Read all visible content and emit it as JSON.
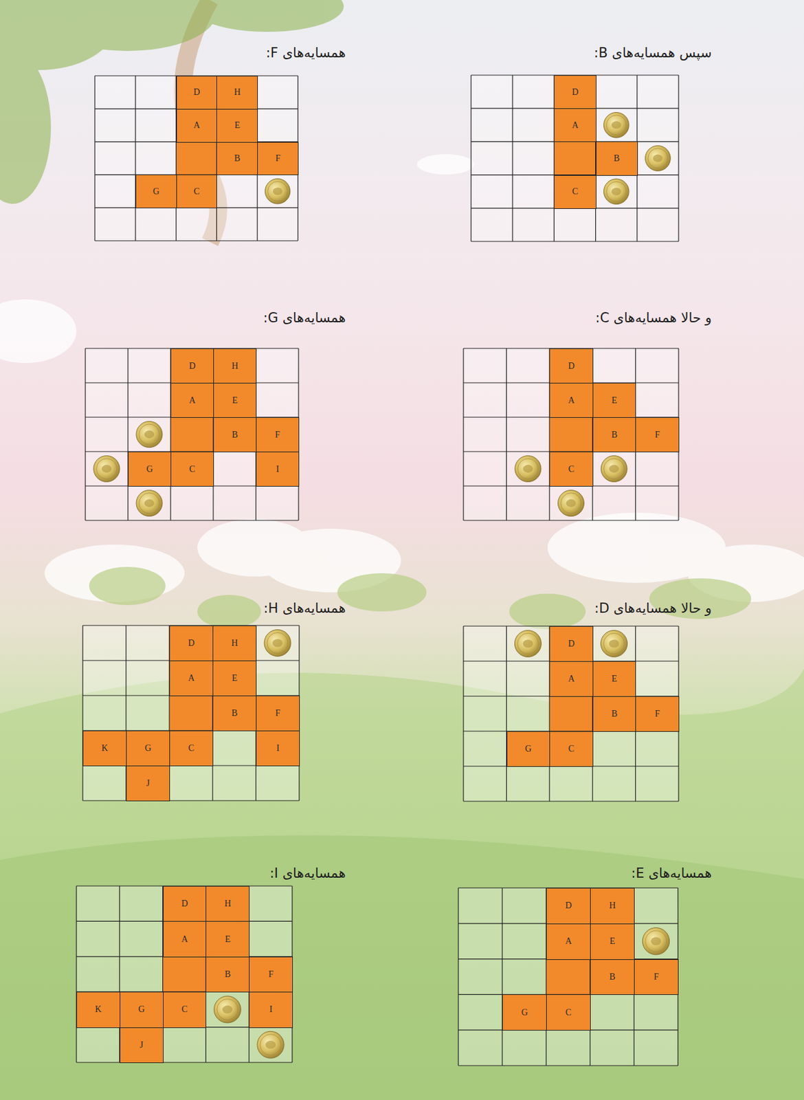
{
  "diagram": {
    "nodes": [
      {
        "text": [
          "سپس همسایه‌های B:"
        ]
      },
      {
        "text": [
          "D"
        ],
        "in": 0
      },
      {
        "text": [
          "A"
        ],
        "in": 0
      },
      {
        "text": [
          "B"
        ],
        "in": 0
      },
      {
        "text": [
          "C"
        ],
        "in": 0
      },
      {
        "text": [
          "همسایه‌های F:"
        ]
      },
      {
        "text": [
          "D"
        ],
        "in": 5
      },
      {
        "text": [
          "H"
        ],
        "in": 5
      },
      {
        "text": [
          "A"
        ],
        "in": 5
      },
      {
        "text": [
          "E"
        ],
        "in": 5
      },
      {
        "text": [
          "B"
        ],
        "in": 5
      },
      {
        "text": [
          "F"
        ],
        "in": 5
      },
      {
        "text": [
          "G"
        ],
        "in": 5
      },
      {
        "text": [
          "C"
        ],
        "in": 5
      },
      {
        "text": [
          "و حالا همسایه‌های C:"
        ]
      },
      {
        "text": [
          "D"
        ],
        "in": 14
      },
      {
        "text": [
          "A"
        ],
        "in": 14
      },
      {
        "text": [
          "E"
        ],
        "in": 14
      },
      {
        "text": [
          "B"
        ],
        "in": 14
      },
      {
        "text": [
          "F"
        ],
        "in": 14
      },
      {
        "text": [
          "C"
        ],
        "in": 14
      },
      {
        "text": [
          "همسایه‌های G:"
        ]
      },
      {
        "text": [
          "D"
        ],
        "in": 21
      },
      {
        "text": [
          "H"
        ],
        "in": 21
      },
      {
        "text": [
          "A"
        ],
        "in": 21
      },
      {
        "text": [
          "E"
        ],
        "in": 21
      },
      {
        "text": [
          "B"
        ],
        "in": 21
      },
      {
        "text": [
          "F"
        ],
        "in": 21
      },
      {
        "text": [
          "G"
        ],
        "in": 21
      },
      {
        "text": [
          "C"
        ],
        "in": 21
      },
      {
        "text": [
          "I"
        ],
        "in": 21
      },
      {
        "text": [
          "و حالا همسایه‌های D:"
        ]
      },
      {
        "text": [
          "D"
        ],
        "in": 31
      },
      {
        "text": [
          "A"
        ],
        "in": 31
      },
      {
        "text": [
          "E"
        ],
        "in": 31
      },
      {
        "text": [
          "B"
        ],
        "in": 31
      },
      {
        "text": [
          "F"
        ],
        "in": 31
      },
      {
        "text": [
          "G"
        ],
        "in": 31
      },
      {
        "text": [
          "C"
        ],
        "in": 31
      },
      {
        "text": [
          "همسایه‌های H:"
        ]
      },
      {
        "text": [
          "D"
        ],
        "in": 39
      },
      {
        "text": [
          "H"
        ],
        "in": 39
      },
      {
        "text": [
          "A"
        ],
        "in": 39
      },
      {
        "text": [
          "E"
        ],
        "in": 39
      },
      {
        "text": [
          "B"
        ],
        "in": 39
      },
      {
        "text": [
          "F"
        ],
        "in": 39
      },
      {
        "text": [
          "K"
        ],
        "in": 39
      },
      {
        "text": [
          "G"
        ],
        "in": 39
      },
      {
        "text": [
          "C"
        ],
        "in": 39
      },
      {
        "text": [
          "I"
        ],
        "in": 39
      },
      {
        "text": [
          "J"
        ],
        "in": 39
      },
      {
        "text": [
          "همسایه‌های E:"
        ]
      },
      {
        "text": [
          "D"
        ],
        "in": 51
      },
      {
        "text": [
          "H"
        ],
        "in": 51
      },
      {
        "text": [
          "A"
        ],
        "in": 51
      },
      {
        "text": [
          "E"
        ],
        "in": 51
      },
      {
        "text": [
          "B"
        ],
        "in": 51
      },
      {
        "text": [
          "F"
        ],
        "in": 51
      },
      {
        "text": [
          "G"
        ],
        "in": 51
      },
      {
        "text": [
          "C"
        ],
        "in": 51
      },
      {
        "text": [
          "همسایه‌های I:"
        ]
      },
      {
        "text": [
          "D"
        ],
        "in": 60
      },
      {
        "text": [
          "H"
        ],
        "in": 60
      },
      {
        "text": [
          "A"
        ],
        "in": 60
      },
      {
        "text": [
          "E"
        ],
        "in": 60
      },
      {
        "text": [
          "B"
        ],
        "in": 60
      },
      {
        "text": [
          "F"
        ],
        "in": 60
      },
      {
        "text": [
          "K"
        ],
        "in": 60
      },
      {
        "text": [
          "G"
        ],
        "in": 60
      },
      {
        "text": [
          "C"
        ],
        "in": 60
      },
      {
        "text": [
          "I"
        ],
        "in": 60
      },
      {
        "text": [
          "J"
        ],
        "in": 60
      }
    ]
  }
}
